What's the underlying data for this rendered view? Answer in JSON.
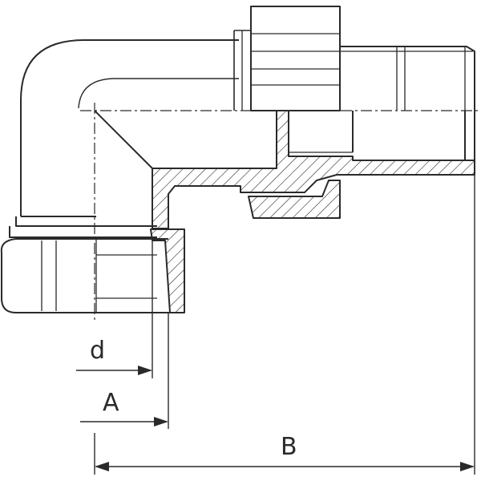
{
  "dimensions": {
    "d": "d",
    "A": "A",
    "B": "B"
  },
  "colors": {
    "line": "#2a2a2a",
    "background": "#ffffff"
  }
}
